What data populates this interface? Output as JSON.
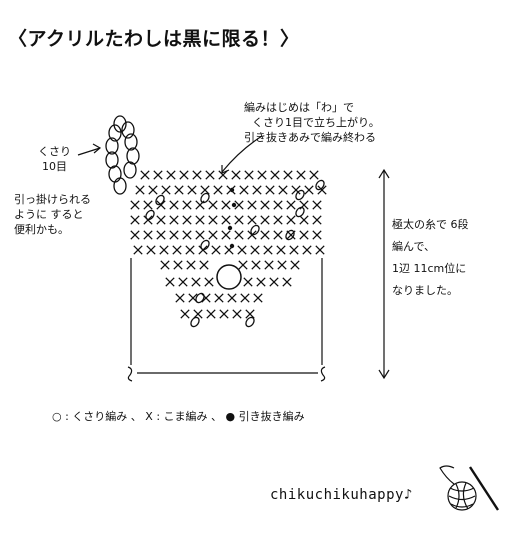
{
  "title": "〈アクリルたわしは黒に限る！〉",
  "notes": {
    "top": [
      "編みはじめは「わ」で",
      "くさり1目で立ち上がり。",
      "引き抜きあみで編み終わる"
    ],
    "chain": [
      "くさり",
      "10目"
    ],
    "hook": [
      "引っ掛けられる",
      "ように すると",
      "便利かも。"
    ],
    "right": [
      "極太の糸で 6段",
      "編んで、",
      "1辺 11cm位に",
      "なりました。"
    ]
  },
  "legend": "○ : くさり編み 、 X : こま編み 、 ● 引き抜き編み",
  "signature": "chikuchikuhappy♪"
}
